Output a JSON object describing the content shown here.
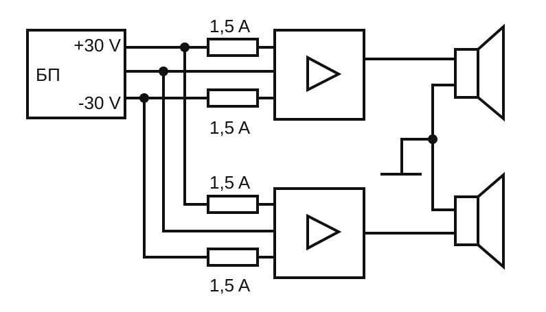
{
  "power_supply": {
    "name": "БП",
    "positive_label": "+30 V",
    "negative_label": "-30 V"
  },
  "fuses": {
    "top_plus": "1,5 A",
    "top_minus": "1,5 A",
    "bottom_plus": "1,5 A",
    "bottom_minus": "1,5 A"
  },
  "amplifier_symbol": "triangle",
  "speaker_count": 2,
  "line_color": "#111111",
  "background_color": "#ffffff"
}
